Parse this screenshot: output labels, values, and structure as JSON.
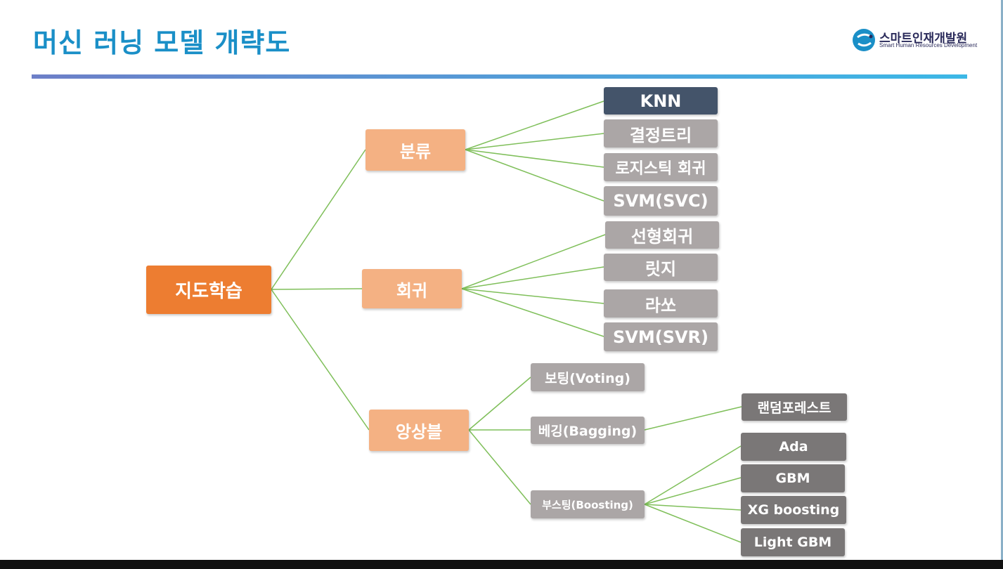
{
  "title": "머신 러닝 모델 개략도",
  "logo": {
    "name": "스마트인재개발원",
    "subtitle": "Smart Human Resources Development"
  },
  "colors": {
    "title": "#1a8fc7",
    "root": "#ed7d31",
    "category": "#f4b183",
    "leaf": "#aba6a6",
    "highlight": "#44546a",
    "boosting_leaf": "#7a7777",
    "connector": "#7fbf5a"
  },
  "diagram": {
    "root": "지도학습",
    "classification": {
      "label": "분류",
      "models": [
        "KNN",
        "결정트리",
        "로지스틱 회귀",
        "SVM(SVC)"
      ]
    },
    "regression": {
      "label": "회귀",
      "models": [
        "선형회귀",
        "릿지",
        "라쏘",
        "SVM(SVR)"
      ]
    },
    "ensemble": {
      "label": "앙상블",
      "voting": "보팅(Voting)",
      "bagging": {
        "label": "베깅(Bagging)",
        "models": [
          "랜덤포레스트"
        ]
      },
      "boosting": {
        "label": "부스팅(Boosting)",
        "models": [
          "Ada",
          "GBM",
          "XG boosting",
          "Light GBM"
        ]
      }
    }
  }
}
